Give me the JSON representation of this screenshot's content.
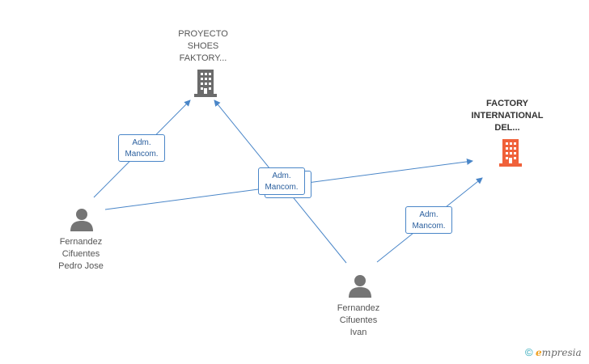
{
  "nodes": {
    "company_proyecto": {
      "label_lines": [
        "PROYECTO",
        "SHOES",
        "FAKTORY..."
      ],
      "color": "#6b6b6b"
    },
    "company_factory": {
      "label_lines": [
        "FACTORY",
        "INTERNATIONAL",
        "DEL..."
      ],
      "color": "#f0613a"
    },
    "person_pedro": {
      "label_lines": [
        "Fernandez",
        "Cifuentes",
        "Pedro Jose"
      ],
      "color": "#757575"
    },
    "person_ivan": {
      "label_lines": [
        "Fernandez",
        "Cifuentes",
        "Ivan"
      ],
      "color": "#757575"
    }
  },
  "relations": {
    "rel1": {
      "line1": "Adm.",
      "line2": "Mancom."
    },
    "rel2": {
      "line1": "Adm.",
      "line2": "Mancom."
    },
    "rel3": {
      "line1": "Adm.",
      "line2": "Mancom."
    }
  },
  "edge_color": "#4a86c8",
  "brand": {
    "copyright": "©",
    "e": "e",
    "rest": "mpresia"
  }
}
